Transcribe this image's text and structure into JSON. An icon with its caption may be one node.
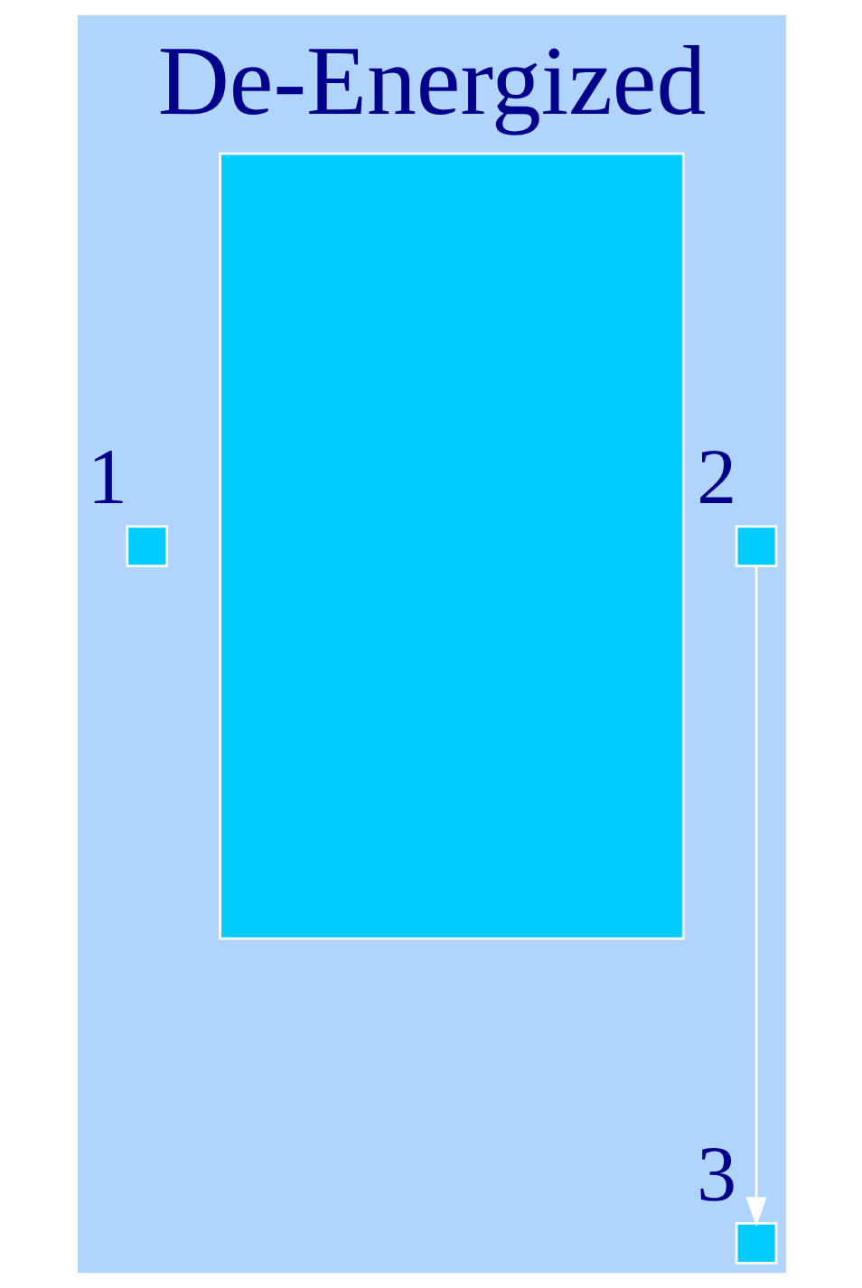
{
  "diagram": {
    "title": "De-Energized",
    "nodes": [
      {
        "text": [],
        "shape": "box"
      },
      {
        "text": [],
        "shape": "box",
        "beside": [
          "1"
        ]
      },
      {
        "text": [],
        "shape": "box",
        "beside": [
          "2"
        ]
      },
      {
        "text": [],
        "shape": "box",
        "beside": [
          "3"
        ]
      }
    ],
    "edges": [
      {
        "from": 2,
        "to": 3,
        "arrow": "to",
        "color": "#ffffff"
      }
    ]
  }
}
